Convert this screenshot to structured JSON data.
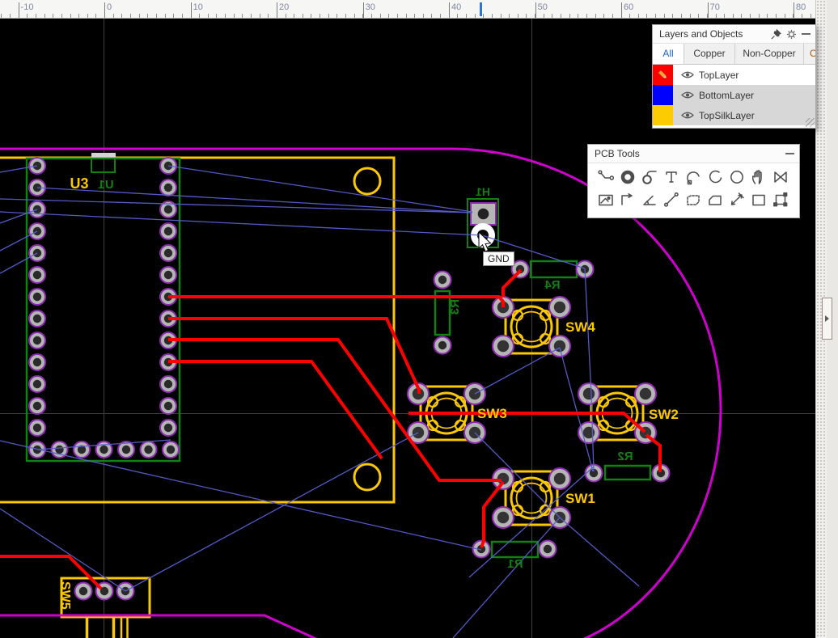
{
  "ruler": {
    "labels": [
      "-10",
      "0",
      "10",
      "20",
      "30",
      "40",
      "50",
      "60",
      "70",
      "80"
    ]
  },
  "layers_panel": {
    "title": "Layers and Objects",
    "tabs": [
      {
        "label": "All",
        "active": true
      },
      {
        "label": "Copper",
        "active": false
      },
      {
        "label": "Non-Copper",
        "active": false
      },
      {
        "label": "Ot",
        "active": false,
        "clipped": true
      }
    ],
    "layers": [
      {
        "name": "TopLayer",
        "color": "#ff0000",
        "editing": true,
        "visible": true
      },
      {
        "name": "BottomLayer",
        "color": "#0000fe",
        "editing": false,
        "visible": true
      },
      {
        "name": "TopSilkLayer",
        "color": "#fdcb01",
        "editing": false,
        "visible": true
      }
    ]
  },
  "tools_panel": {
    "title": "PCB Tools",
    "icons_row1": [
      "track",
      "pad",
      "via",
      "text",
      "arc",
      "arc-by-center",
      "circle",
      "canvas-drag",
      "copper-area"
    ],
    "icons_row2": [
      "image",
      "dimension",
      "angle",
      "measure",
      "dashed-region",
      "solid-region",
      "measure-distance",
      "rectangle",
      "group"
    ]
  },
  "canvas": {
    "tooltip": "GND",
    "designators": {
      "u3": "U3",
      "u3_mirrored": "U1",
      "h1": "H1",
      "r1": "R1",
      "r2": "R2",
      "r3": "R3",
      "r4": "R4",
      "sw1": "SW1",
      "sw2": "SW2",
      "sw3": "SW3",
      "sw4": "SW4",
      "sw5": "SW5"
    },
    "colors": {
      "top_layer_trace": "#ff0000",
      "bottom_layer": "#0000fe",
      "top_silk": "#fcc800",
      "board_outline": "#cf00ce",
      "component_outline": "#128012",
      "ratsnest": "#585ed0",
      "pad_ring": "#8e2bb0",
      "grid_line": "#3f3f3f"
    }
  }
}
